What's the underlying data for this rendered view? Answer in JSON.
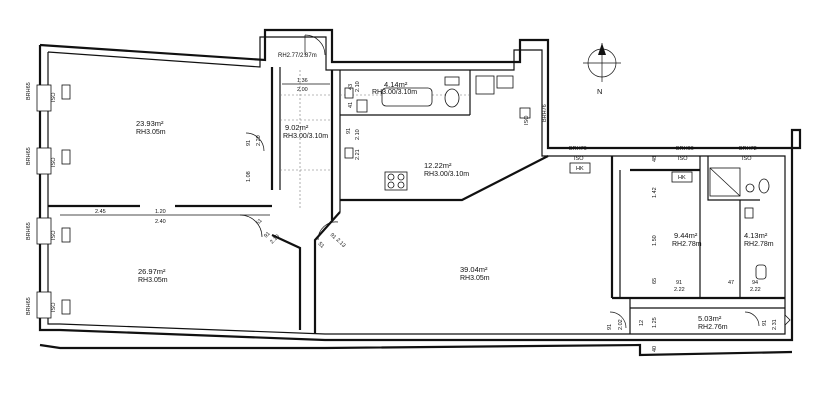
{
  "rooms": {
    "living_nw": {
      "area": "23.93m²",
      "height": "RH3.05m"
    },
    "living_sw": {
      "area": "26.97m²",
      "height": "RH3.05m"
    },
    "hall": {
      "area": "9.02m²",
      "height": "RH3.00/3.10m"
    },
    "bath": {
      "area": "4.14m²",
      "height": "RH3.00/3.10m"
    },
    "kitchen": {
      "area": "12.22m²",
      "height": "RH3.00/3.10m"
    },
    "living_main": {
      "area": "39.04m²",
      "height": "RH3.05m"
    },
    "room_east": {
      "area": "9.44m²",
      "height": "RH2.78m"
    },
    "shower": {
      "area": "4.13m²",
      "height": "RH2.78m"
    },
    "corridor_east": {
      "area": "5.03m²",
      "height": "RH2.76m"
    }
  },
  "labels": {
    "entry_height": "RH2.77/2.87m",
    "iso": "ISO",
    "hk": "HK",
    "north": "N",
    "brh_65": "BRH65",
    "brh_76": "BRH76",
    "brh_66": "BRH66",
    "brh_72": "BRH72"
  },
  "dims": {
    "d_136": "1.36",
    "d_200": "2.00",
    "d_91": "91",
    "d_220": "2.20",
    "d_108": "1.08",
    "d_245": "2.45",
    "d_120": "1.20",
    "d_240": "2.40",
    "d_51": "51",
    "d_213": "2.13",
    "d_48": "48",
    "d_142": "1.42",
    "d_150": "1.50",
    "d_65": "65",
    "d_47": "47",
    "d_94": "94",
    "d_222": "2.22",
    "d_202": "2.02",
    "d_125": "1.25",
    "d_231": "2.31",
    "d_210": "2.10",
    "d_40": "40",
    "d_12": "12",
    "d_43": "43",
    "d_41": "41",
    "d_221": "2.21"
  }
}
